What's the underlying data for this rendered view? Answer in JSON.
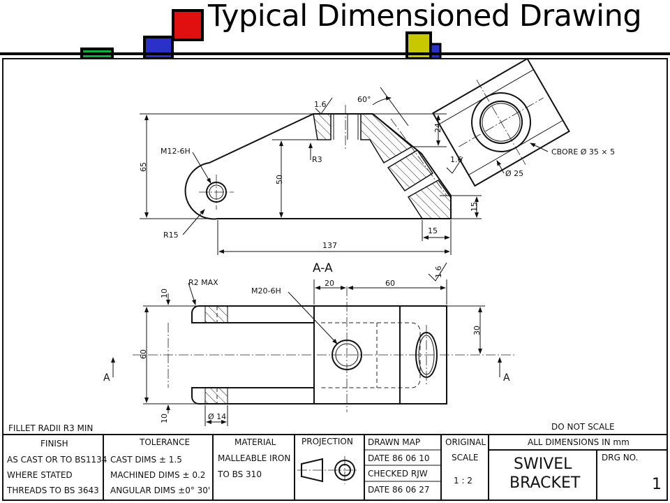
{
  "title": "Typical Dimensioned Drawing",
  "colors": {
    "red": "#e01010",
    "blue": "#2a30c8",
    "green": "#10b040",
    "yellow": "#c8c800"
  },
  "views": {
    "section_label": "A-A",
    "cut_left": "A",
    "cut_right": "A"
  },
  "dims": {
    "finish1": "1.6",
    "finish2": "1.6",
    "finish3": "1.6",
    "angle": "60°",
    "d24": "24",
    "d65": "65",
    "d50": "50",
    "d15v": "15",
    "d15h": "15",
    "d137": "137",
    "m12": "M12-6H",
    "r3": "R3",
    "r15": "R15",
    "cbore": "CBORE Ø 35 × 5",
    "d25": "Ø 25",
    "r2max": "R2 MAX",
    "m20": "M20-6H",
    "d20": "20",
    "d60h": "60",
    "d10a": "10",
    "d10b": "10",
    "d60v": "60",
    "d30": "30",
    "d14": "Ø 14"
  },
  "notes": {
    "fillet": "FILLET RADII R3 MIN",
    "do_not_scale": "DO NOT SCALE"
  },
  "title_block": {
    "finish_head": "FINISH",
    "finish_lines": [
      "AS CAST OR TO BS1134",
      "WHERE STATED",
      "THREADS TO BS 3643"
    ],
    "tol_head": "TOLERANCE",
    "tol_lines": [
      "CAST DIMS ± 1.5",
      "MACHINED DIMS ± 0.2",
      "ANGULAR DIMS ±0° 30'"
    ],
    "mat_head": "MATERIAL",
    "mat_lines": [
      "MALLEABLE IRON",
      "TO BS 310"
    ],
    "proj_head": "PROJECTION",
    "drawn": "DRAWN   MAP",
    "date1": "DATE  86 06 10",
    "checked": "CHECKED  RJW",
    "date2": "DATE  86 06 27",
    "orig_head": "ORIGINAL",
    "scale_head": "SCALE",
    "scale": "1 : 2",
    "all_dims": "ALL DIMENSIONS IN mm",
    "name1": "SWIVEL",
    "name2": "BRACKET",
    "drg_head": "DRG NO.",
    "drg_no": "1"
  }
}
